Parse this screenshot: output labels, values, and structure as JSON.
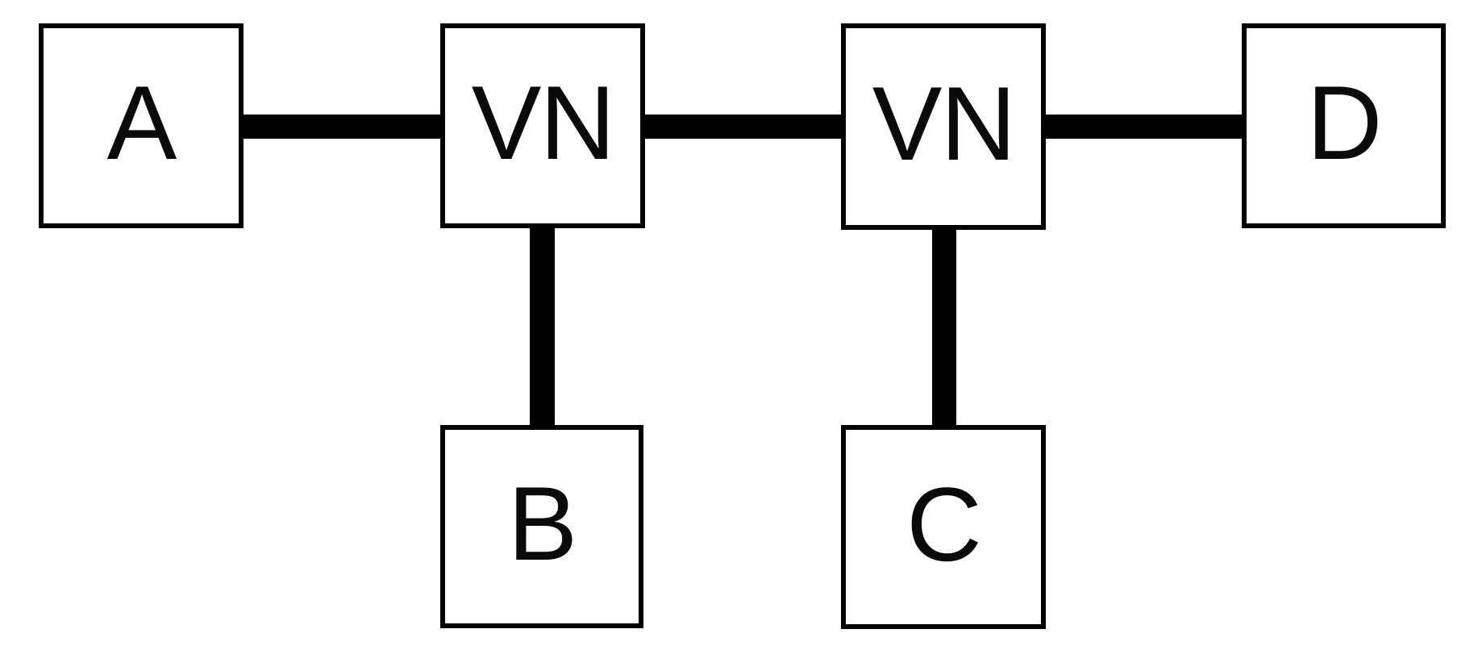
{
  "diagram": {
    "colors": {
      "line": "#000000",
      "node_border": "#000000",
      "node_fill": "#ffffff",
      "background": "#ffffff",
      "text": "#0a0a0a"
    },
    "nodes": [
      {
        "id": "A",
        "label": "A"
      },
      {
        "id": "VN-1",
        "label": "VN"
      },
      {
        "id": "VN-2",
        "label": "VN"
      },
      {
        "id": "D",
        "label": "D"
      },
      {
        "id": "B",
        "label": "B"
      },
      {
        "id": "C",
        "label": "C"
      }
    ],
    "edges": [
      {
        "from": "A",
        "to": "VN-1",
        "orientation": "horizontal"
      },
      {
        "from": "VN-1",
        "to": "VN-2",
        "orientation": "horizontal"
      },
      {
        "from": "VN-2",
        "to": "D",
        "orientation": "horizontal"
      },
      {
        "from": "VN-1",
        "to": "B",
        "orientation": "vertical"
      },
      {
        "from": "VN-2",
        "to": "C",
        "orientation": "vertical"
      }
    ]
  }
}
